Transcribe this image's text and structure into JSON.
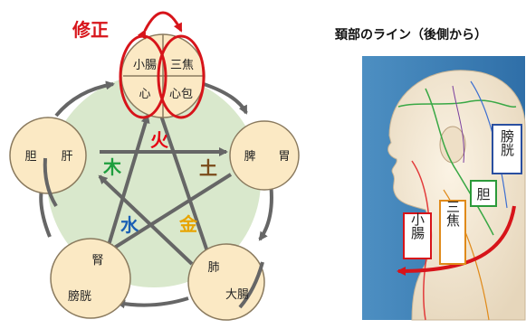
{
  "correction_label": "修正",
  "photo_title": "頚部のライン（後側から）",
  "organs": {
    "fire": [
      "小腸",
      "三焦",
      "心",
      "心包"
    ],
    "earth": [
      "脾",
      "胃"
    ],
    "metal": [
      "肺",
      "大腸"
    ],
    "water": [
      "腎",
      "膀胱"
    ],
    "wood": [
      "胆",
      "肝"
    ]
  },
  "elements": {
    "fire": "火",
    "earth": "土",
    "metal": "金",
    "water": "水",
    "wood": "木"
  },
  "photo_labels": {
    "bladder": "膀胱",
    "gallbladder": "胆",
    "sanjiao": "三焦",
    "small_intestine": "小腸"
  },
  "colors": {
    "circle_fill": "#fbe9c4",
    "pentagon_fill": "#d9e8cc",
    "arrow": "#666666",
    "highlight_red": "#d7141a",
    "fire": "#e60012",
    "earth": "#7a4a1a",
    "metal": "#e8a400",
    "water": "#1a5fb4",
    "wood": "#1e9e3e",
    "label_blue": "#2a4fa0",
    "label_green": "#2b9a3a",
    "label_orange": "#e08a1a",
    "label_red": "#d7141a"
  }
}
